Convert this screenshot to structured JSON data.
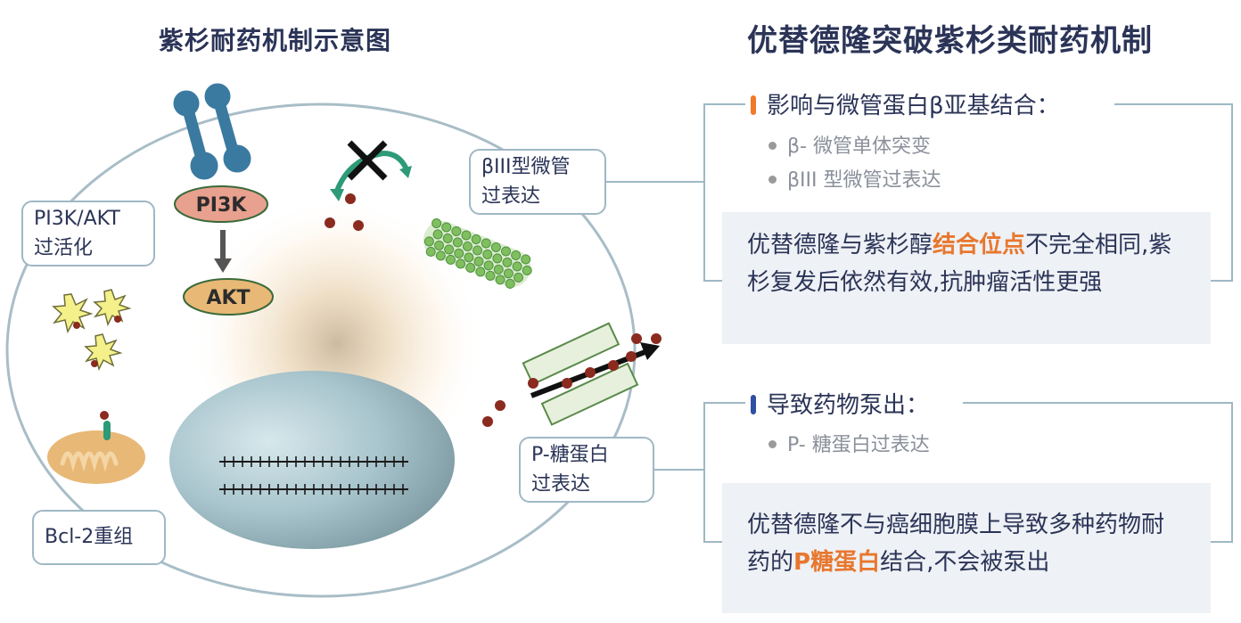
{
  "titles": {
    "left": "紫杉耐药机制示意图",
    "right": "优替德隆突破紫杉类耐药机制"
  },
  "cell_labels": {
    "pi3k": "PI3K",
    "akt": "AKT"
  },
  "callouts": {
    "pi3k_akt": [
      "PI3K/AKT",
      "过活化"
    ],
    "bcl2": "Bcl-2重组",
    "beta3": [
      "βIII型微管",
      "过表达"
    ],
    "pgp": [
      "P-糖蛋白",
      "过表达"
    ]
  },
  "section1": {
    "heading": "影响与微管蛋白β亚基结合：",
    "bar_color": "#f07a2a",
    "bullets": [
      "β- 微管单体突变",
      "βIII 型微管过表达"
    ],
    "panel": {
      "before": "优替德隆与紫杉醇",
      "highlight": "结合位点",
      "after": "不完全相同,紫杉复发后依然有效,抗肿瘤活性更强"
    }
  },
  "section2": {
    "heading": "导致药物泵出：",
    "bar_color": "#2f4fa3",
    "bullets": [
      "P- 糖蛋白过表达"
    ],
    "panel": {
      "before": "优替德隆不与癌细胞膜上导致多种药物耐药的",
      "highlight": "P糖蛋白",
      "after": "结合,不会被泵出"
    }
  },
  "colors": {
    "highlight": "#e8772e",
    "title": "#2b3457",
    "panel_bg": "#eef1f5",
    "drug_dot": "#8b2a1e"
  }
}
